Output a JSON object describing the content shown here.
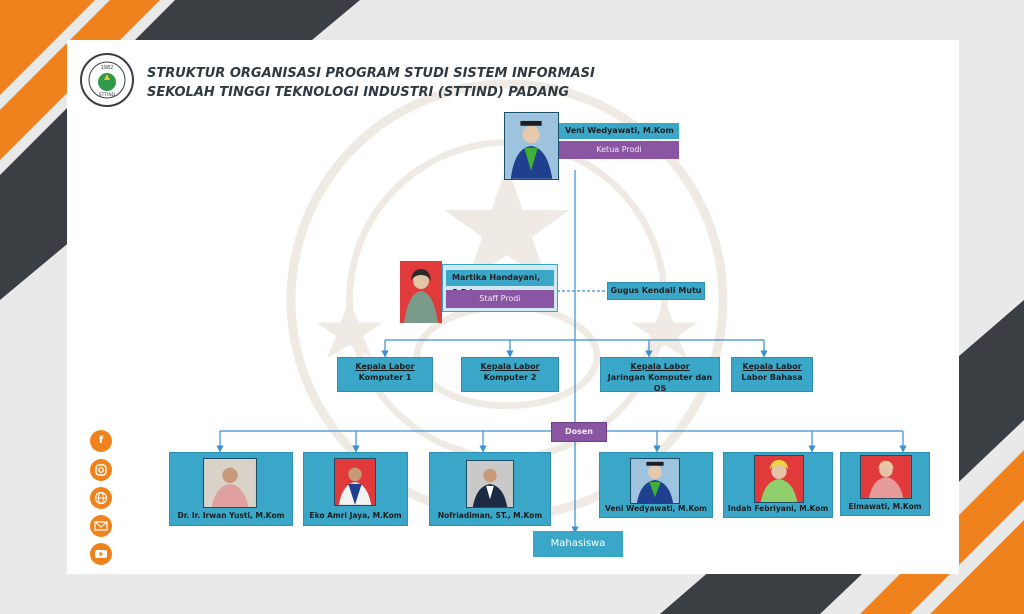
{
  "header": {
    "title_line1": "STRUKTUR ORGANISASI PROGRAM STUDI SISTEM INFORMASI",
    "title_line2": "SEKOLAH TINGGI TEKNOLOGI INDUSTRI (STTIND) PADANG"
  },
  "logo": {
    "year": "1982",
    "abbr": "STTIND"
  },
  "head": {
    "name": "Veni Wedyawati, M.Kom",
    "role": "Ketua Prodi"
  },
  "staff": {
    "name": "Martika Handayani, S.Pd",
    "role": "Staff Prodi"
  },
  "gugus": {
    "label": "Gugus Kendali Mutu"
  },
  "labors": [
    {
      "title": "Kepala Labor",
      "subtitle": "Komputer 1"
    },
    {
      "title": "Kepala Labor",
      "subtitle": "Komputer 2"
    },
    {
      "title": "Kepala Labor",
      "subtitle": "Jaringan Komputer dan OS"
    },
    {
      "title": "Kepala Labor",
      "subtitle": "Labor Bahasa"
    }
  ],
  "dosen": {
    "label": "Dosen"
  },
  "lecturers": [
    {
      "name": "Dr. Ir. Irwan Yusti, M.Kom"
    },
    {
      "name": "Eko Amri Jaya, M.Kom"
    },
    {
      "name": "Nofriadiman, ST., M.Kom"
    },
    {
      "name": "Veni Wedyawati, M.Kom"
    },
    {
      "name": "Indah Febriyani, M.Kom"
    },
    {
      "name": "Elmawati, M.Kom"
    }
  ],
  "students": {
    "label": "Mahasiswa"
  },
  "social": [
    {
      "icon": "facebook-icon",
      "glyph": "f"
    },
    {
      "icon": "instagram-icon",
      "glyph": ""
    },
    {
      "icon": "globe-icon",
      "glyph": ""
    },
    {
      "icon": "mail-icon",
      "glyph": ""
    },
    {
      "icon": "youtube-icon",
      "glyph": ""
    }
  ],
  "colors": {
    "orange": "#f0821e",
    "dark": "#3b3f44",
    "box_blue": "#3aa7c9",
    "role_purple": "#8a56a3",
    "line_blue": "#3a8fd0"
  }
}
